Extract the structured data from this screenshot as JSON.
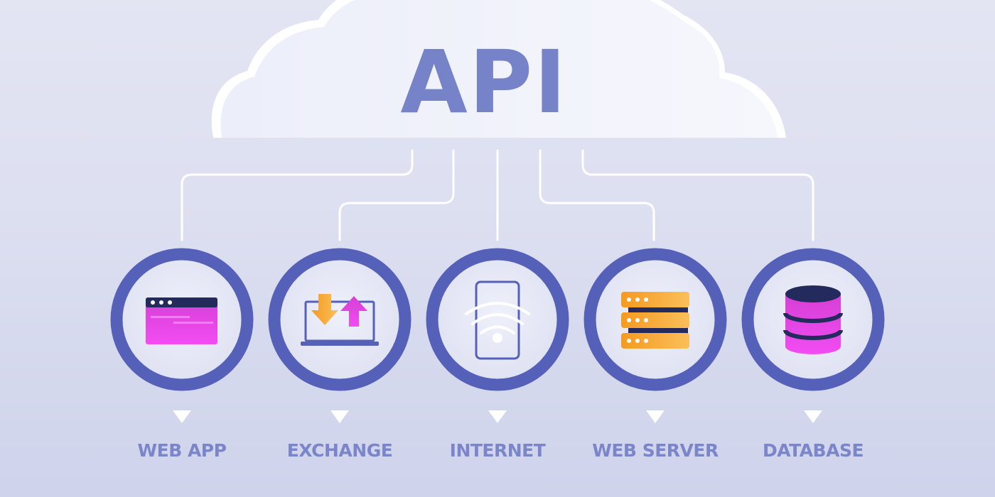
{
  "diagram": {
    "title": "API",
    "colors": {
      "background": "#dcdff0",
      "cloud": "#f1f2fb",
      "title": "#7683c8",
      "ring": "#5561b8",
      "label": "#7a86c9",
      "connector": "#ffffff",
      "magenta": "#e645e6",
      "orange": "#f6a12a",
      "navy": "#232a5c"
    },
    "nodes": [
      {
        "id": "web-app",
        "label": "WEB APP",
        "icon": "browser-window-icon"
      },
      {
        "id": "exchange",
        "label": "EXCHANGE",
        "icon": "laptop-exchange-arrows-icon"
      },
      {
        "id": "internet",
        "label": "INTERNET",
        "icon": "phone-wifi-icon"
      },
      {
        "id": "web-server",
        "label": "WEB SERVER",
        "icon": "server-rack-icon"
      },
      {
        "id": "database",
        "label": "DATABASE",
        "icon": "database-cylinder-icon"
      }
    ]
  }
}
